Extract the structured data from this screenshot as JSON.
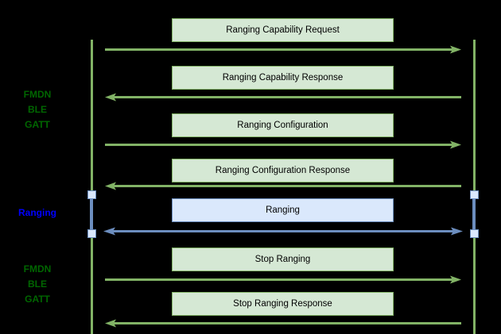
{
  "diagram": {
    "title_text": "",
    "background_color": "#000000",
    "colors": {
      "green_fill": "#d5e8d4",
      "green_stroke": "#82b366",
      "green_text": "#006600",
      "blue_fill": "#dae8fc",
      "blue_stroke": "#6c8ebf",
      "blue_text": "#0000ff"
    }
  },
  "lifelines": [
    {
      "name": "left-lifeline",
      "color": "#82b366"
    },
    {
      "name": "right-lifeline",
      "color": "#82b366"
    }
  ],
  "phase_labels": [
    {
      "text": "FMDN\nBLE\nGATT",
      "color": "#006600"
    },
    {
      "text": "Ranging",
      "color": "#0000ff"
    },
    {
      "text": "FMDN\nBLE\nGATT",
      "color": "#006600"
    }
  ],
  "messages": [
    {
      "label": "Ranging Capability Request",
      "direction": "right",
      "style": "green"
    },
    {
      "label": "Ranging Capability Response",
      "direction": "left",
      "style": "green"
    },
    {
      "label": "Ranging Configuration",
      "direction": "right",
      "style": "green"
    },
    {
      "label": "Ranging Configuration Response",
      "direction": "left",
      "style": "green"
    },
    {
      "label": "Ranging",
      "direction": "both",
      "style": "blue"
    },
    {
      "label": "Stop Ranging",
      "direction": "right",
      "style": "green"
    },
    {
      "label": "Stop Ranging Response",
      "direction": "left",
      "style": "green"
    }
  ]
}
